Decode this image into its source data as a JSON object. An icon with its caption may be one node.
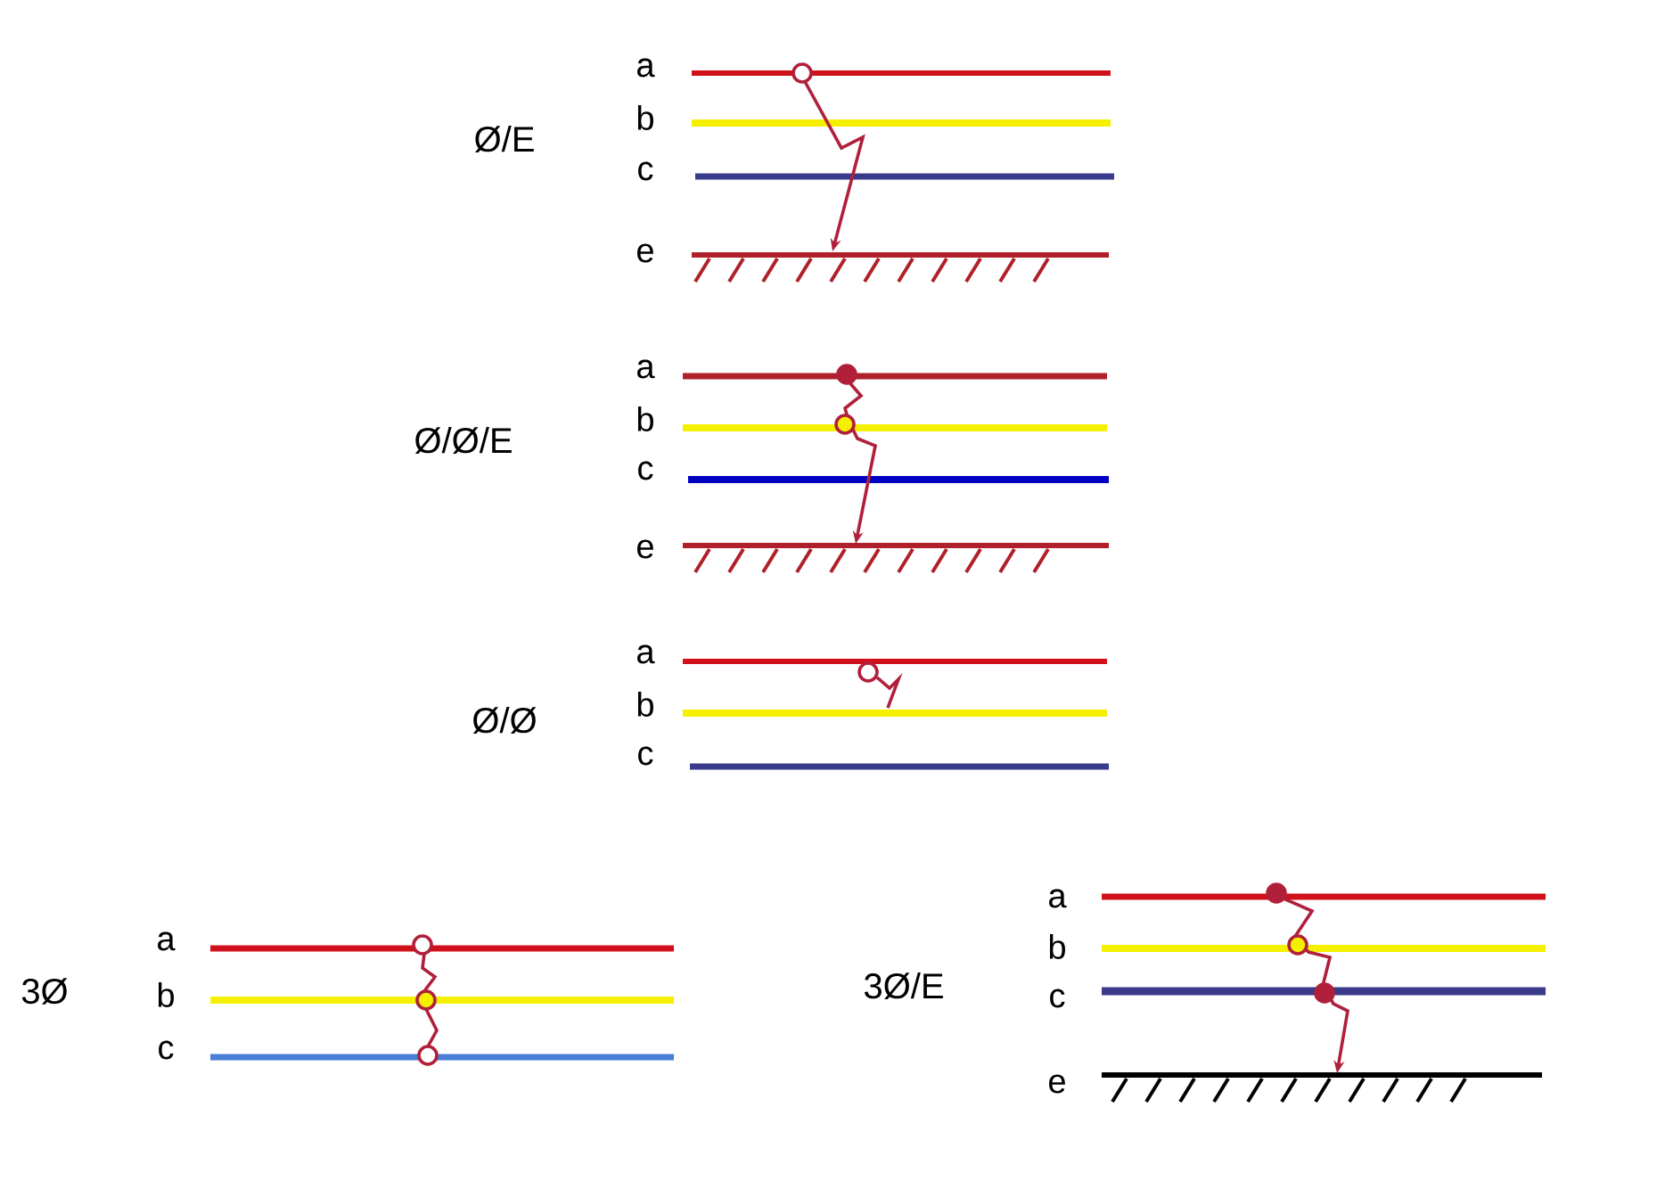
{
  "diagram": {
    "labels": [
      "Ø/E",
      "a",
      "b",
      "c",
      "e",
      "Ø/Ø/E",
      "a",
      "b",
      "c",
      "e",
      "Ø/Ø",
      "a",
      "b",
      "c",
      "3Ø",
      "a",
      "b",
      "c",
      "3Ø/E",
      "a",
      "b",
      "c",
      "e"
    ]
  }
}
